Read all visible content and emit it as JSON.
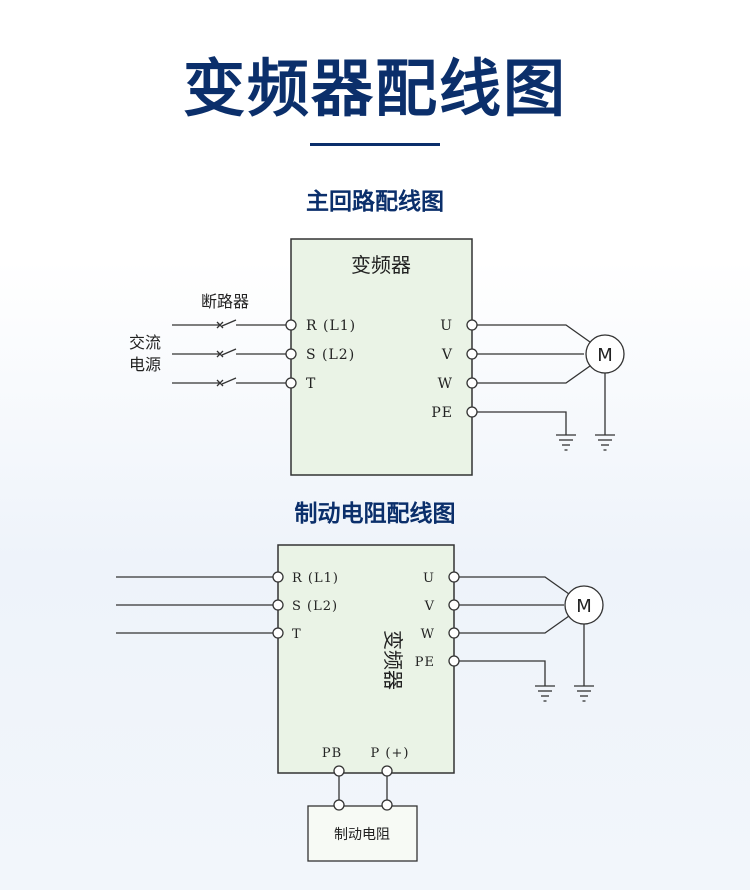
{
  "page_title": "变频器配线图",
  "main_circuit": {
    "title": "主回路配线图",
    "inverter_label": "变频器",
    "breaker_label": "断路器",
    "ac_source_line1": "交流",
    "ac_source_line2": "电源",
    "inputs": [
      "R (L1)",
      "S (L2)",
      "T"
    ],
    "outputs": [
      "U",
      "V",
      "W",
      "PE"
    ],
    "motor": "M"
  },
  "brake_circuit": {
    "title": "制动电阻配线图",
    "inverter_label": "变频器",
    "inputs": [
      "R (L1)",
      "S (L2)",
      "T"
    ],
    "outputs": [
      "U",
      "V",
      "W",
      "PE"
    ],
    "motor": "M",
    "terminal_pb": "PB",
    "terminal_p": "P (+)",
    "resistor_label": "制动电阻"
  }
}
